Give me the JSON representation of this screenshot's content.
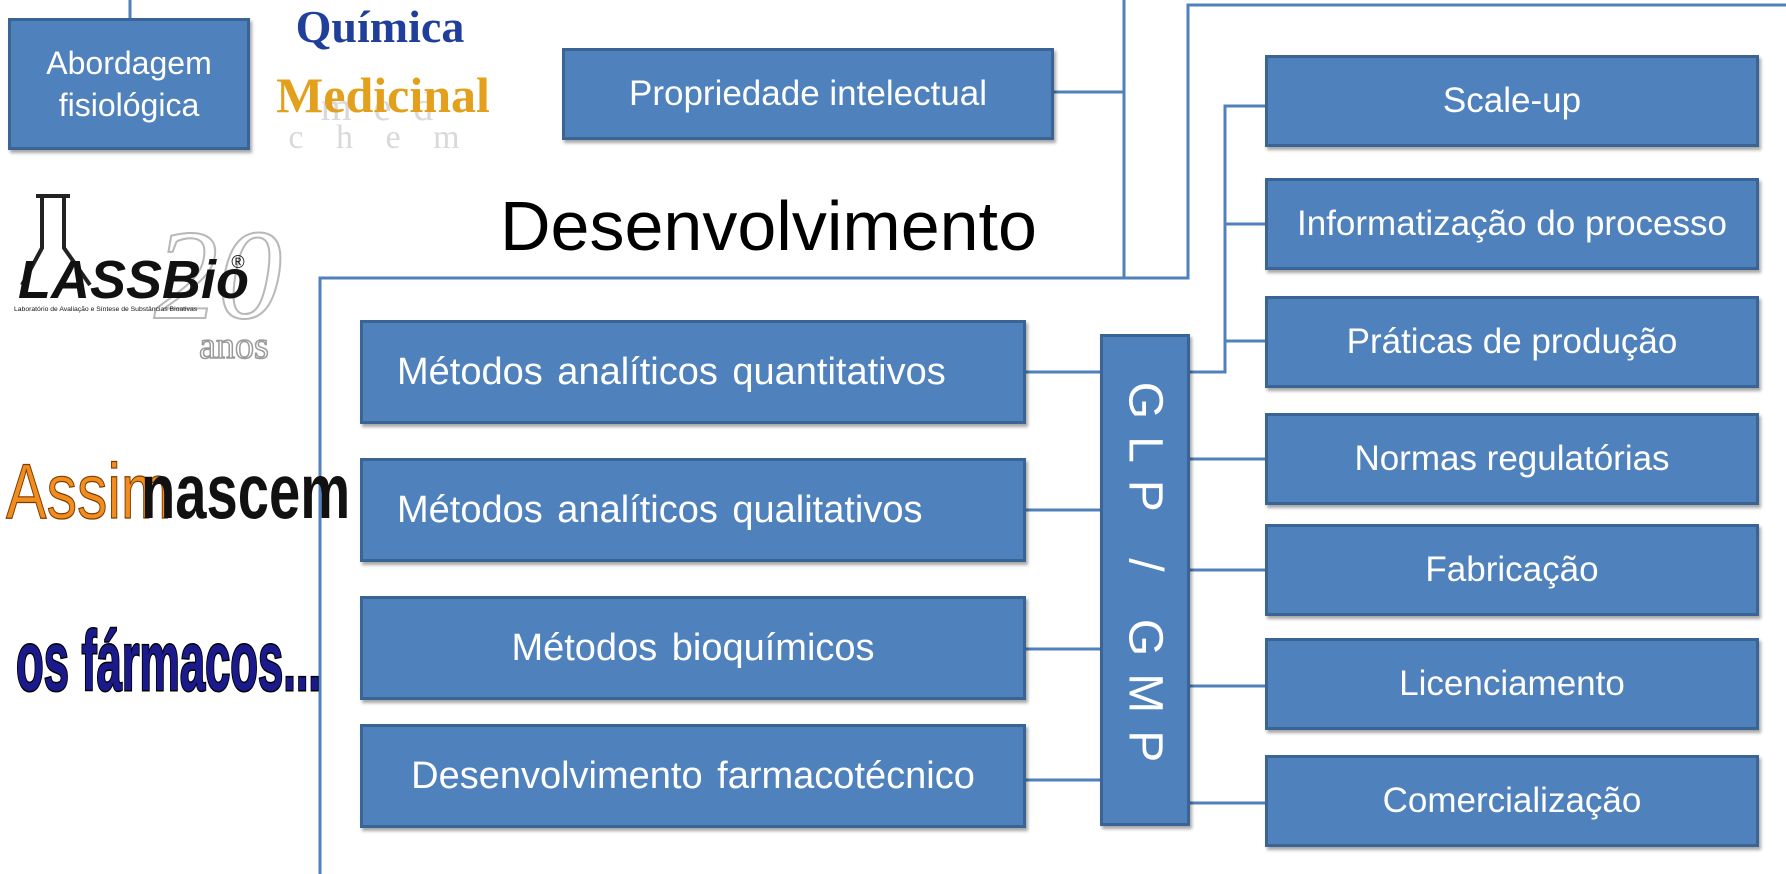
{
  "title": "Desenvolvimento",
  "top_left_box": "Abordagem\nfisiológica",
  "top_box": "Propriedade intelectual",
  "center_bar": "GLP / GMP",
  "left_boxes": [
    "Métodos analíticos quantitativos",
    "Métodos analíticos qualitativos",
    "Métodos bioquímicos",
    "Desenvolvimento farmacotécnico"
  ],
  "right_boxes": [
    "Scale-up",
    "Informatização do processo",
    "Práticas de produção",
    "Normas regulatórias",
    "Fabricação",
    "Licenciamento",
    "Comercialização"
  ],
  "quimica_logo": {
    "line1": "Química",
    "watermark1": "m e d",
    "line2": "Medicinal",
    "watermark2": "c h e m"
  },
  "lassbio_logo": {
    "name": "LASSBio",
    "registered": "®",
    "number": "20",
    "anos": "anos",
    "subtitle": "Laboratório de Avaliação e Síntese de Substâncias Bioativas"
  },
  "slogan": {
    "word1": "Assim",
    "word2": "nascem",
    "line2": "os fármacos..."
  },
  "colors": {
    "box_fill": "#4f81bd",
    "box_border": "#3a6494",
    "connector": "#4f81bd",
    "quimica_blue": "#1f3f9a",
    "medicinal_gold": "#e3a01c",
    "assim_orange": "#f28c1e",
    "farmacos_navy": "#1a1a8c"
  }
}
